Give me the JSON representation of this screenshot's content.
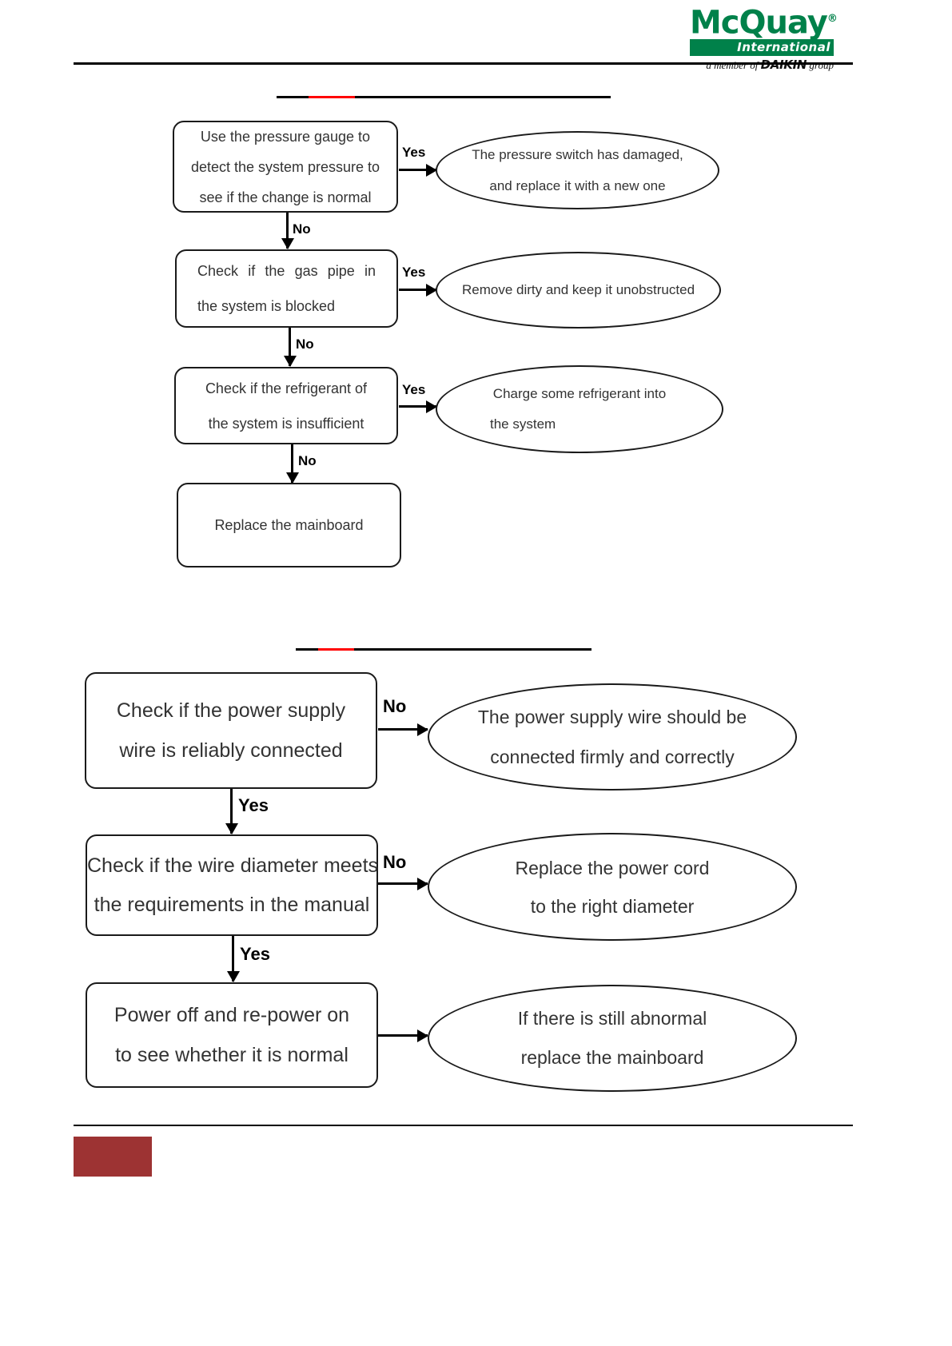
{
  "header": {
    "logo": {
      "wordmark": "McQuay",
      "registered_mark": "®",
      "subtitle": "International",
      "tagline_prefix": "a member of ",
      "tagline_brand": "DAIKIN",
      "tagline_suffix": " group",
      "brand_green": "#00814a"
    }
  },
  "sections": [
    {
      "id": "section-one",
      "heading_redacted": true,
      "redact_color": "#ff0000",
      "rule_color": "#000000",
      "flowchart": {
        "type": "troubleshooting-flowchart",
        "nodes": [
          {
            "id": "n1",
            "shape": "rounded-rect",
            "lines": [
              "Use the pressure gauge to",
              "detect the system pressure to",
              "see if the change is normal"
            ]
          },
          {
            "id": "n1-yes",
            "shape": "ellipse",
            "lines": [
              "The pressure switch has damaged,",
              "and replace it with a new one"
            ]
          },
          {
            "id": "n2",
            "shape": "rounded-rect",
            "lines": [
              "Check if the gas pipe in",
              "the system is blocked"
            ]
          },
          {
            "id": "n2-yes",
            "shape": "ellipse",
            "lines": [
              "Remove dirty and keep it unobstructed"
            ]
          },
          {
            "id": "n3",
            "shape": "rounded-rect",
            "lines": [
              "Check if the refrigerant of",
              "the system is insufficient"
            ]
          },
          {
            "id": "n3-yes",
            "shape": "ellipse",
            "lines": [
              "Charge some refrigerant into",
              "the system"
            ]
          },
          {
            "id": "n4",
            "shape": "rounded-rect",
            "lines": [
              "Replace the mainboard"
            ]
          }
        ],
        "edges": [
          {
            "from": "n1",
            "to": "n1-yes",
            "label": "Yes",
            "direction": "right"
          },
          {
            "from": "n1",
            "to": "n2",
            "label": "No",
            "direction": "down"
          },
          {
            "from": "n2",
            "to": "n2-yes",
            "label": "Yes",
            "direction": "right"
          },
          {
            "from": "n2",
            "to": "n3",
            "label": "No",
            "direction": "down"
          },
          {
            "from": "n3",
            "to": "n3-yes",
            "label": "Yes",
            "direction": "right"
          },
          {
            "from": "n3",
            "to": "n4",
            "label": "No",
            "direction": "down"
          }
        ]
      }
    },
    {
      "id": "section-two",
      "heading_redacted": true,
      "redact_color": "#ff0000",
      "rule_color": "#000000",
      "flowchart": {
        "type": "troubleshooting-flowchart",
        "nodes": [
          {
            "id": "m1",
            "shape": "rounded-rect",
            "lines": [
              "Check if the power supply",
              "wire is reliably connected"
            ]
          },
          {
            "id": "m1-no",
            "shape": "ellipse",
            "lines": [
              "The power supply wire should be",
              "connected firmly and correctly"
            ]
          },
          {
            "id": "m2",
            "shape": "rounded-rect",
            "lines": [
              "Check if the wire diameter meets",
              "the requirements in the manual"
            ]
          },
          {
            "id": "m2-no",
            "shape": "ellipse",
            "lines": [
              "Replace the power cord",
              "to the right diameter"
            ]
          },
          {
            "id": "m3",
            "shape": "rounded-rect",
            "lines": [
              "Power off and re-power on",
              "to see whether it is normal"
            ]
          },
          {
            "id": "m3-out",
            "shape": "ellipse",
            "lines": [
              "If there is still abnormal",
              "replace the mainboard"
            ]
          }
        ],
        "edges": [
          {
            "from": "m1",
            "to": "m1-no",
            "label": "No",
            "direction": "right"
          },
          {
            "from": "m1",
            "to": "m2",
            "label": "Yes",
            "direction": "down"
          },
          {
            "from": "m2",
            "to": "m2-no",
            "label": "No",
            "direction": "right"
          },
          {
            "from": "m2",
            "to": "m3",
            "label": "Yes",
            "direction": "down"
          },
          {
            "from": "m3",
            "to": "m3-out",
            "label": "",
            "direction": "right"
          }
        ]
      }
    }
  ],
  "footer": {
    "rule_color": "#000000",
    "page_marker_color": "#9d3333"
  }
}
